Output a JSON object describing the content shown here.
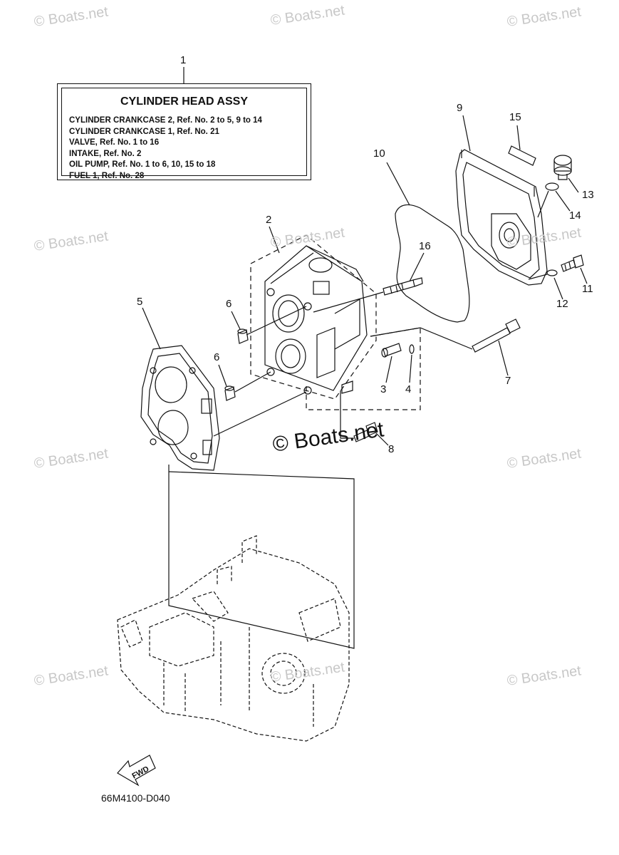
{
  "watermark": {
    "text": "© Boats.net",
    "main_text": "© Boats.net"
  },
  "info_box": {
    "title": "CYLINDER HEAD ASSY",
    "lines": [
      "CYLINDER CRANKCASE 2,  Ref. No. 2 to 5, 9 to 14",
      "CYLINDER CRANKCASE 1,  Ref. No. 21",
      "VALVE,  Ref. No. 1 to 16",
      "INTAKE,  Ref. No. 2",
      "OIL PUMP,  Ref. No. 1 to 6, 10, 15 to 18",
      "FUEL 1,  Ref. No. 28"
    ]
  },
  "callouts": [
    "1",
    "2",
    "3",
    "4",
    "5",
    "6",
    "6",
    "7",
    "8",
    "9",
    "10",
    "11",
    "12",
    "13",
    "14",
    "15",
    "16"
  ],
  "fwd_label": "FWD",
  "diagram_code": "66M4100-D040"
}
